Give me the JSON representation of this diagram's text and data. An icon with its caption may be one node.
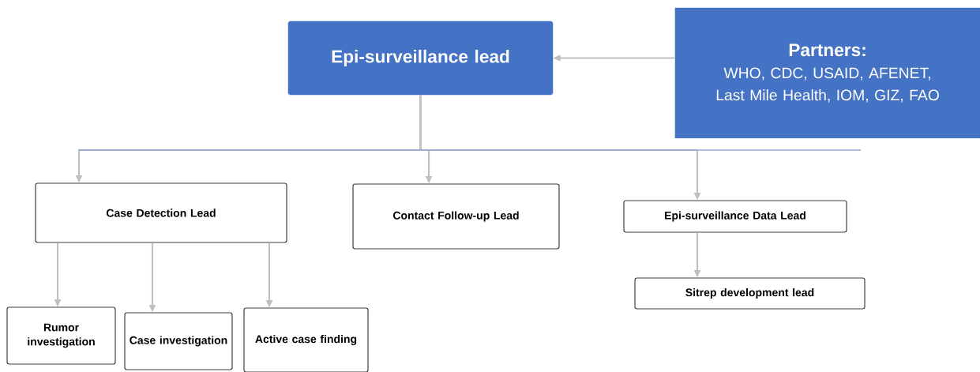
{
  "diagram": {
    "nodes": [
      {
        "text": [
          "Epi-surveillance lead"
        ]
      },
      {
        "text": [
          "Partners:",
          "WHO, CDC, USAID, AFENET, Last Mile Health, IOM, GIZ, FAO"
        ]
      },
      {
        "text": [
          "Case Detection Lead"
        ]
      },
      {
        "text": [
          "Contact Follow-up Lead"
        ]
      },
      {
        "text": [
          "Epi-surveillance Data Lead"
        ]
      },
      {
        "text": [
          "Sitrep development lead"
        ]
      },
      {
        "text": [
          "Rumor investigation"
        ]
      },
      {
        "text": [
          "Case investigation"
        ]
      },
      {
        "text": [
          "Active case finding"
        ]
      }
    ],
    "edges": [
      {
        "from": 1,
        "to": 0,
        "arrow": "to"
      },
      {
        "from": 0,
        "to": 2,
        "arrow": "to"
      },
      {
        "from": 0,
        "to": 3,
        "arrow": "to"
      },
      {
        "from": 0,
        "to": 4,
        "arrow": "to"
      },
      {
        "from": 2,
        "to": 6,
        "arrow": "to"
      },
      {
        "from": 2,
        "to": 7,
        "arrow": "to"
      },
      {
        "from": 2,
        "to": 8,
        "arrow": "to"
      },
      {
        "from": 4,
        "to": 5,
        "arrow": "to"
      }
    ]
  }
}
